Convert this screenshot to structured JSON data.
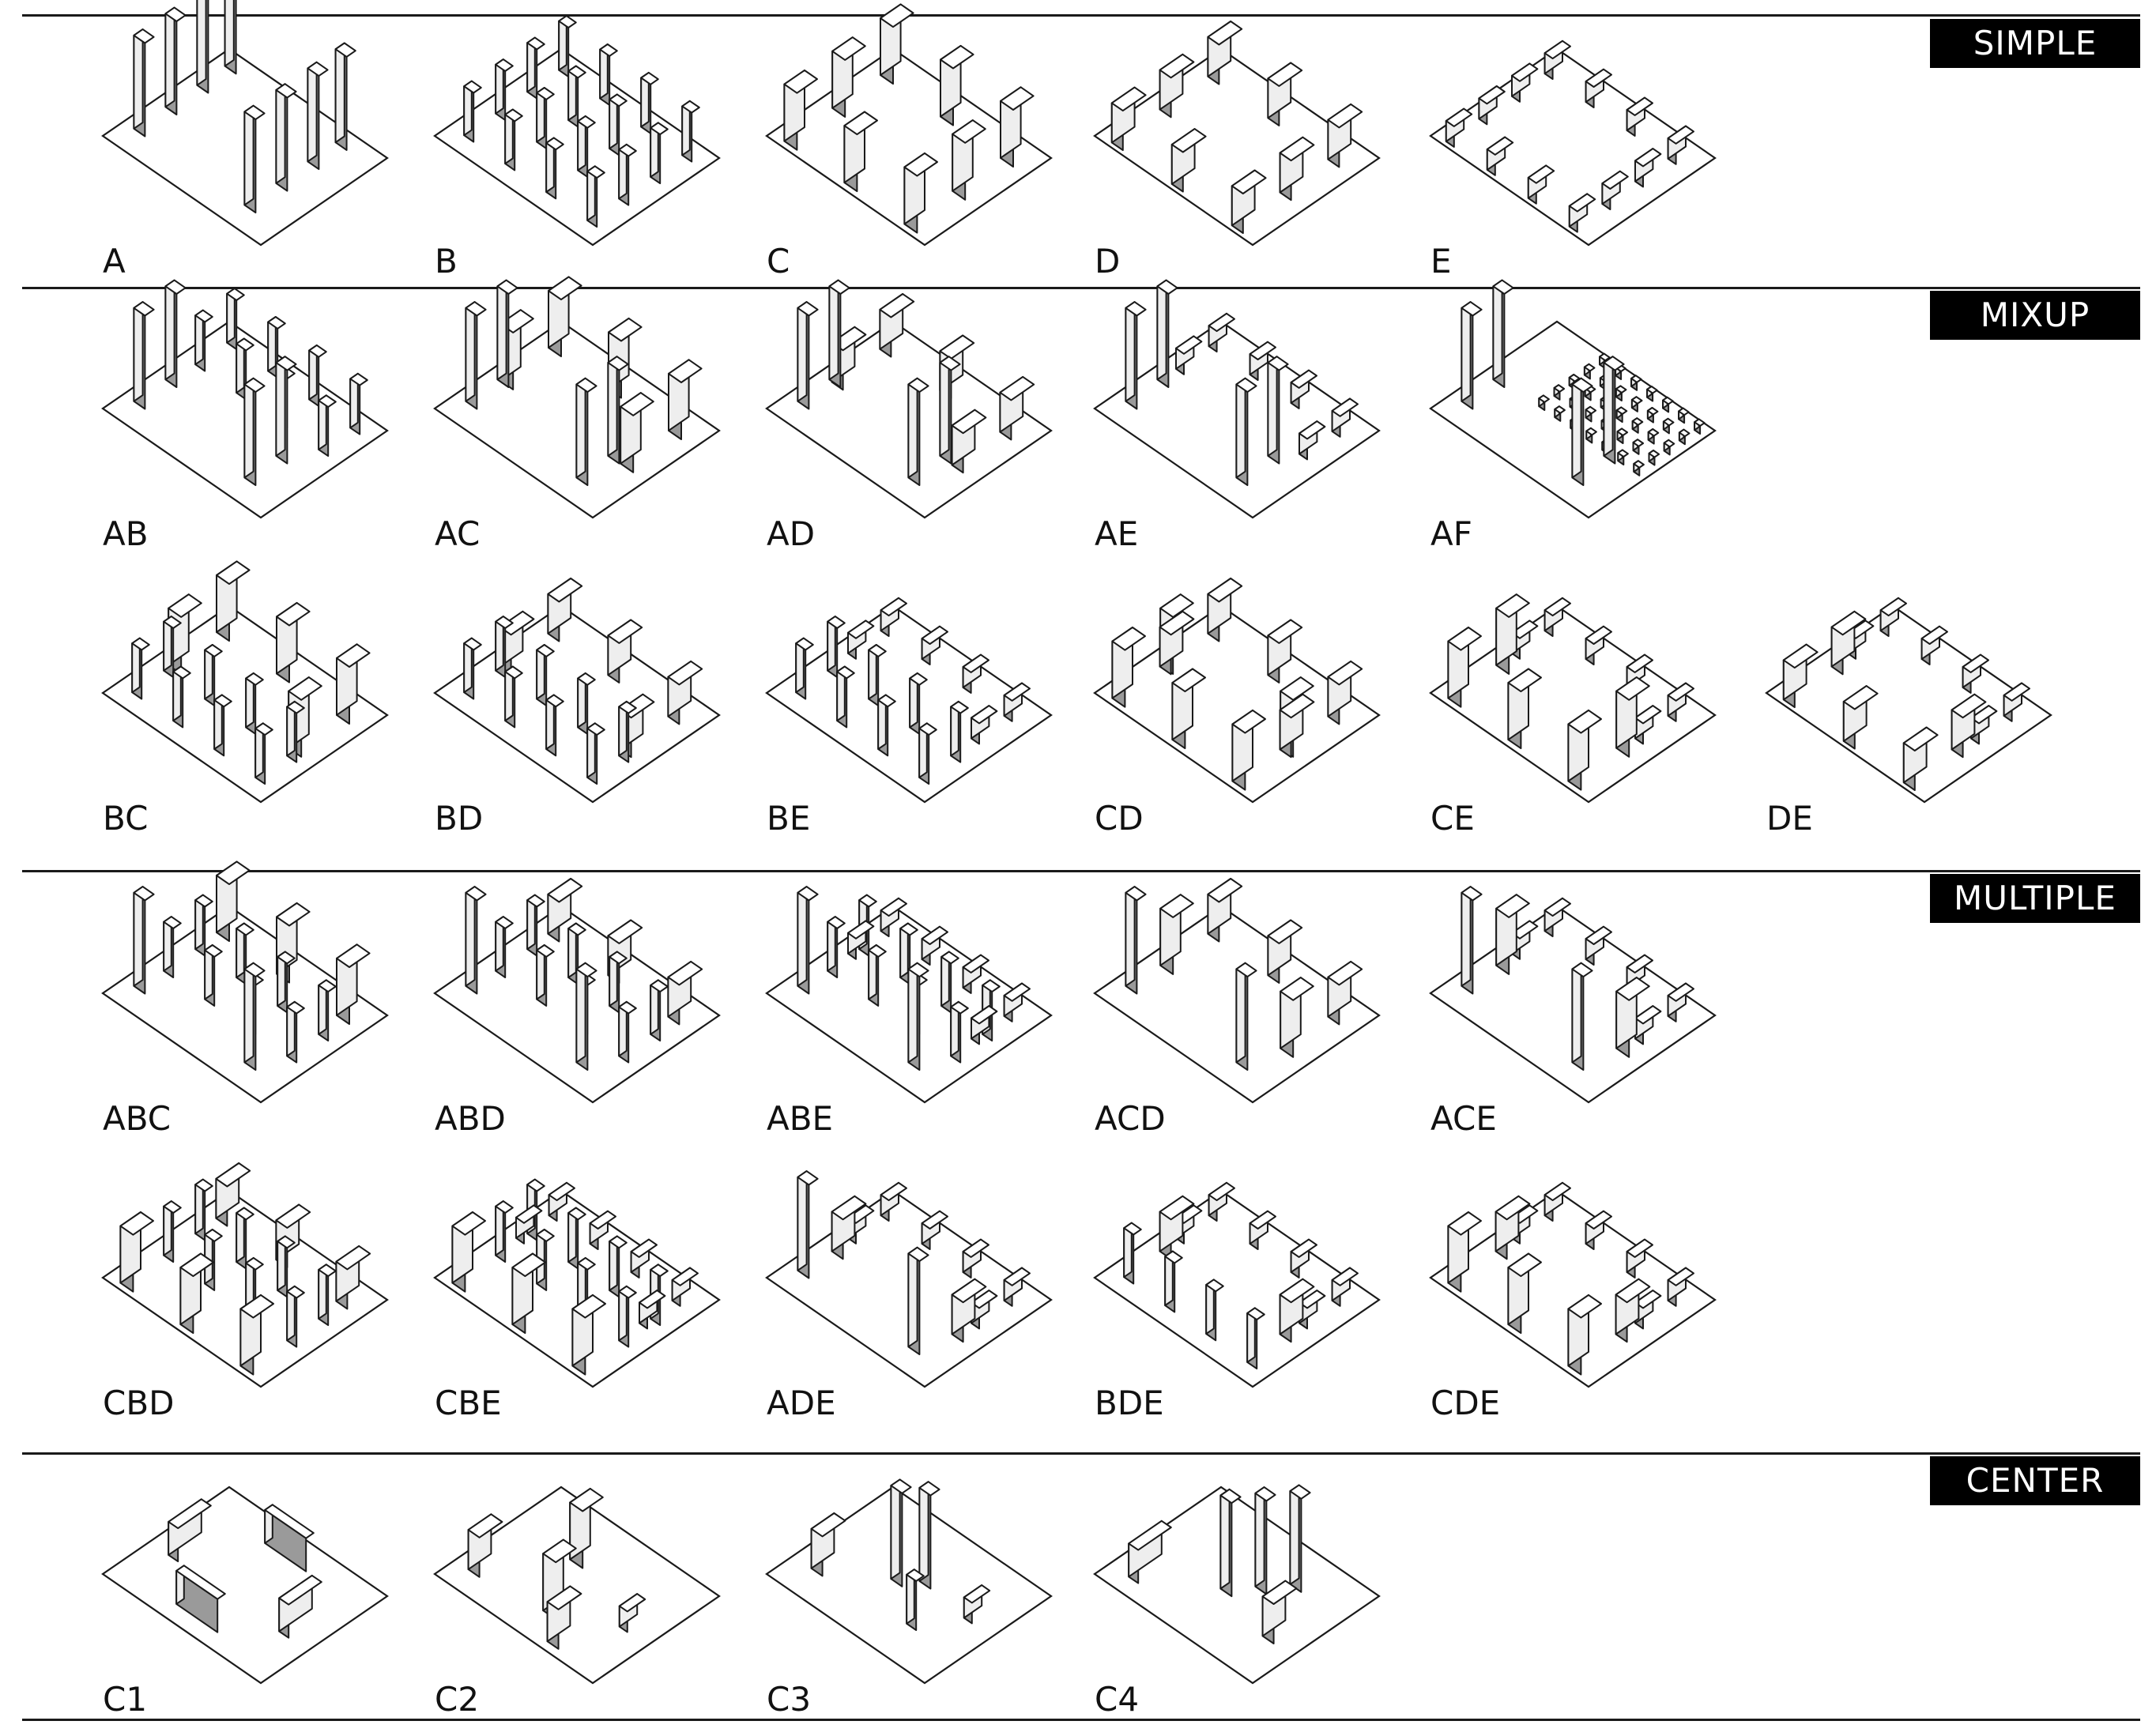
{
  "title": "",
  "categories": [
    {
      "label": "SIMPLE",
      "rows": [
        [
          {
            "label": "A",
            "blocks": [
              "A"
            ]
          },
          {
            "label": "B",
            "blocks": [
              "B"
            ]
          },
          {
            "label": "C",
            "blocks": [
              "C"
            ]
          },
          {
            "label": "D",
            "blocks": [
              "D"
            ]
          },
          {
            "label": "E",
            "blocks": [
              "E"
            ]
          }
        ]
      ]
    },
    {
      "label": "MIXUP",
      "rows": [
        [
          {
            "label": "AB",
            "blocks": [
              "A",
              "B"
            ]
          },
          {
            "label": "AC",
            "blocks": [
              "A",
              "C"
            ]
          },
          {
            "label": "AD",
            "blocks": [
              "A",
              "D"
            ]
          },
          {
            "label": "AE",
            "blocks": [
              "A",
              "E"
            ]
          },
          {
            "label": "AF",
            "blocks": [
              "A",
              "F"
            ]
          }
        ],
        [
          {
            "label": "BC",
            "blocks": [
              "B",
              "C"
            ]
          },
          {
            "label": "BD",
            "blocks": [
              "B",
              "D"
            ]
          },
          {
            "label": "BE",
            "blocks": [
              "B",
              "E"
            ]
          },
          {
            "label": "CD",
            "blocks": [
              "C",
              "D"
            ]
          },
          {
            "label": "CE",
            "blocks": [
              "C",
              "E"
            ]
          },
          {
            "label": "DE",
            "blocks": [
              "D",
              "E"
            ]
          }
        ]
      ]
    },
    {
      "label": "MULTIPLE",
      "rows": [
        [
          {
            "label": "ABC",
            "blocks": [
              "A",
              "B",
              "C"
            ]
          },
          {
            "label": "ABD",
            "blocks": [
              "A",
              "B",
              "D"
            ]
          },
          {
            "label": "ABE",
            "blocks": [
              "A",
              "B",
              "E"
            ]
          },
          {
            "label": "ACD",
            "blocks": [
              "A",
              "C",
              "D"
            ]
          },
          {
            "label": "ACE",
            "blocks": [
              "A",
              "C",
              "E"
            ]
          }
        ],
        [
          {
            "label": "CBD",
            "blocks": [
              "C",
              "B",
              "D"
            ]
          },
          {
            "label": "CBE",
            "blocks": [
              "C",
              "B",
              "E"
            ]
          },
          {
            "label": "ADE",
            "blocks": [
              "A",
              "D",
              "E"
            ]
          },
          {
            "label": "BDE",
            "blocks": [
              "B",
              "D",
              "E"
            ]
          },
          {
            "label": "CDE",
            "blocks": [
              "C",
              "D",
              "E"
            ]
          }
        ]
      ]
    },
    {
      "label": "CENTER",
      "rows": [
        [
          {
            "label": "C1",
            "blocks": [
              "C1"
            ]
          },
          {
            "label": "C2",
            "blocks": [
              "C2"
            ]
          },
          {
            "label": "C3",
            "blocks": [
              "C3"
            ]
          },
          {
            "label": "C4",
            "blocks": [
              "C4"
            ]
          }
        ]
      ]
    }
  ],
  "colors": {
    "line": "#1a1a1a",
    "top_face": "#ffffff",
    "front_face": "#eeeeee",
    "side_face": "#9a9a9a",
    "label_bg": "#000000",
    "label_text": "#ffffff"
  }
}
